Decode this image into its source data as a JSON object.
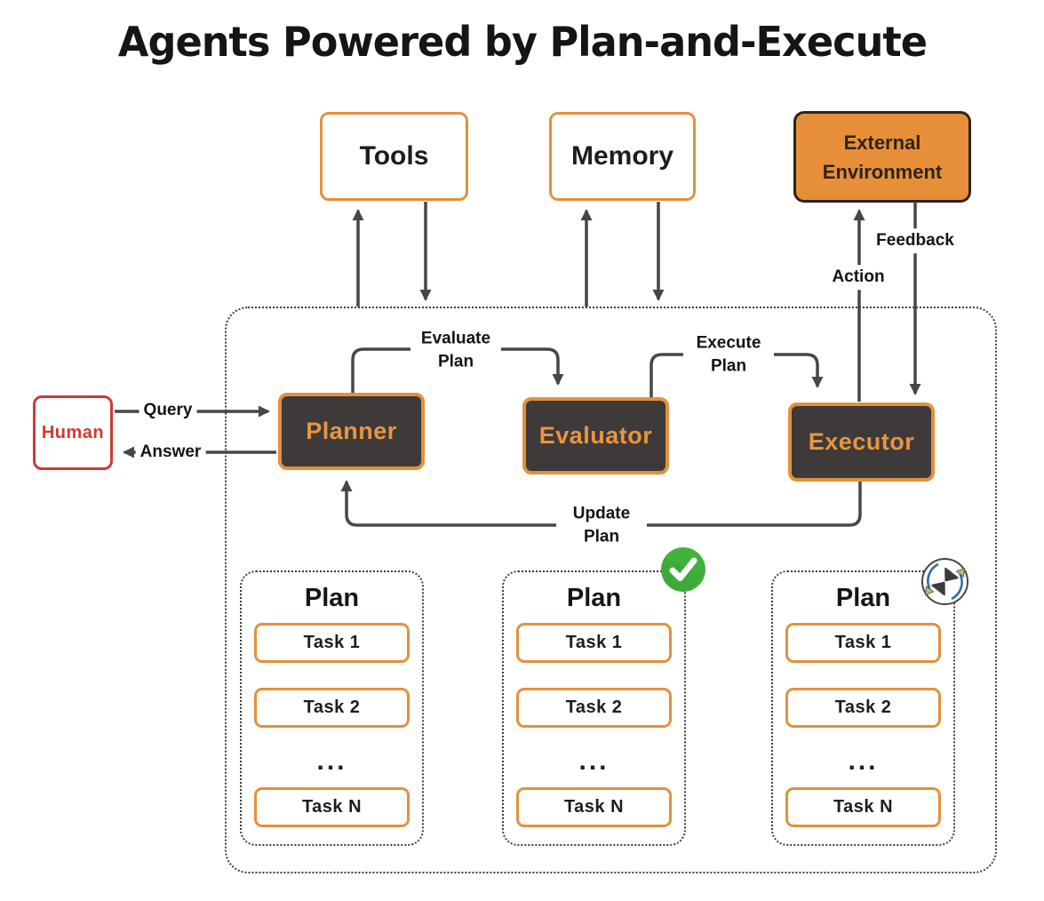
{
  "title": "Agents Powered by Plan-and-Execute",
  "nodes": {
    "tools": {
      "label": "Tools"
    },
    "memory": {
      "label": "Memory"
    },
    "external_environment": {
      "label": "External Environment"
    },
    "human": {
      "label": "Human"
    },
    "planner": {
      "label": "Planner"
    },
    "evaluator": {
      "label": "Evaluator"
    },
    "executor": {
      "label": "Executor"
    }
  },
  "edges": {
    "query": "Query",
    "answer": "Answer",
    "evaluate_plan": "Evaluate Plan",
    "execute_plan": "Execute Plan",
    "update_plan": "Update Plan",
    "action": "Action",
    "feedback": "Feedback"
  },
  "plans": [
    {
      "title": "Plan",
      "tasks": [
        "Task 1",
        "Task 2",
        "Task N"
      ],
      "ellipsis": "...",
      "badge": "none"
    },
    {
      "title": "Plan",
      "tasks": [
        "Task 1",
        "Task 2",
        "Task N"
      ],
      "ellipsis": "...",
      "badge": "check-icon"
    },
    {
      "title": "Plan",
      "tasks": [
        "Task 1",
        "Task 2",
        "Task N"
      ],
      "ellipsis": "...",
      "badge": "in-progress-icon"
    }
  ],
  "colors": {
    "orange": "#E2913C",
    "orange_fill": "#E78F38",
    "dark_box": "#3E3A3A",
    "red": "#CD3B35",
    "green": "#41B23D",
    "arrow_gray": "#474747",
    "blue": "#2E6DA4"
  }
}
